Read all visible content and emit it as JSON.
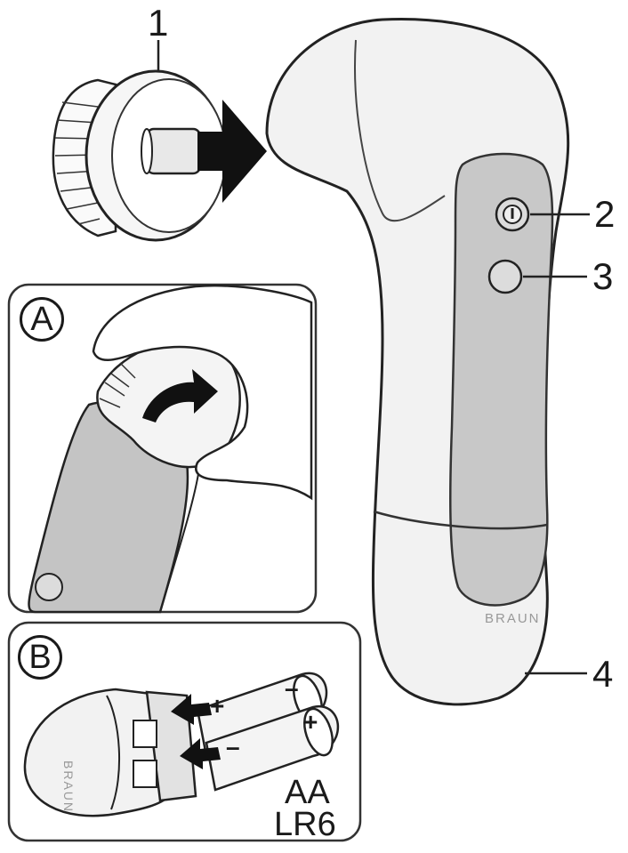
{
  "labels": {
    "part_1": "1",
    "part_2": "2",
    "part_3": "3",
    "part_4": "4",
    "inset_a": "A",
    "inset_b": "B",
    "battery_type_line1": "AA",
    "battery_type_line2": "LR6",
    "battery_plus_top": "+",
    "battery_minus_top": "–",
    "battery_plus_bottom": "+",
    "battery_minus_bottom": "–",
    "brand_text": "BRAUN"
  },
  "colors": {
    "line": "#222222",
    "body_fill": "#f2f2f2",
    "grip_fill": "#c8c8c8",
    "arrow_fill": "#111111",
    "frame": "#333333"
  },
  "icons": {
    "attach_arrow": "arrow-right-icon",
    "rotate_arrow": "curved-arrow-icon",
    "insert_arrow": "arrow-left-icon"
  }
}
